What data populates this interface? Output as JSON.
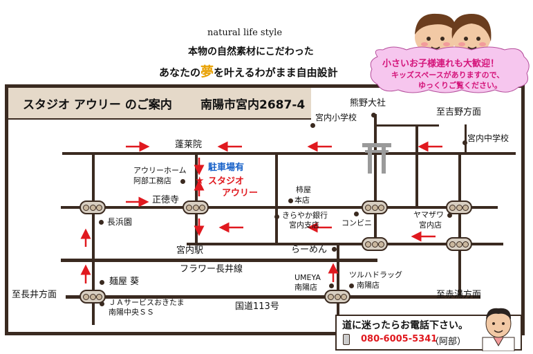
{
  "header": {
    "tagline": "natural life style",
    "line1": "本物の自然素材にこだわった",
    "line2_before": "あなたの",
    "line2_dream": "夢",
    "line2_after": "を叶えるわがまま自由設計"
  },
  "bubble": {
    "line1": "小さいお子様連れも大歓迎！",
    "line2": "キッズスペースがありますので、",
    "line3": "ゆっくりご覧ください。"
  },
  "title_band": {
    "title": "スタジオ アウリー のご案内",
    "address": "南陽市宮内2687-4"
  },
  "labels": {
    "kumano": "熊野大社",
    "miyauchi_elem": "宮内小学校",
    "to_yoshino": "至吉野方面",
    "miyauchi_junior": "宮内中学校",
    "horaiin": "蓬莱院",
    "aurie_home": "アウリーホーム",
    "abe": "阿部工務店",
    "parking": "駐車場有",
    "studio": "スタジオ",
    "aurie": "アウリー",
    "shotokuji": "正徳寺",
    "kakiya1": "柿屋",
    "kakiya2": "本店",
    "kirayaka1": "きらやか銀行",
    "kirayaka2": "宮内支店",
    "convenience": "コンビニ",
    "yamazawa1": "ヤマザワ",
    "yamazawa2": "宮内店",
    "nagahamaen": "長浜園",
    "miyauchi_station": "宮内駅",
    "ramen": "らーめん",
    "flower_line": "フラワー長井線",
    "menya": "麺屋 葵",
    "umeya1": "UMEYA",
    "umeya2": "南陽店",
    "tsuruha1": "ツルハドラッグ",
    "tsuruha2": "南陽店",
    "to_nagai": "至長井方面",
    "to_akayu": "至赤湯方面",
    "ja1": "ＪＡサービスおきたま",
    "ja2": "南陽中央ＳＳ",
    "route113": "国道113号"
  },
  "contact": {
    "message": "道に迷ったらお電話下さい。",
    "phone": "080-6005-5341",
    "name": "（阿部）"
  },
  "colors": {
    "band": "#e5d9c9",
    "road": "#3a2a20",
    "arrow": "#e0191f",
    "bubble": "#f6c6ee",
    "bubble_text": "#d4147a",
    "link_blue": "#1560c8"
  }
}
